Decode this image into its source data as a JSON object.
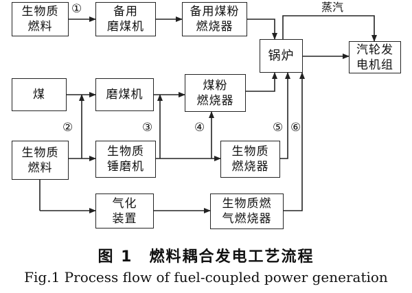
{
  "boxes": {
    "biomass_fuel_top": "生物质\n燃料",
    "backup_mill": "备用\n磨煤机",
    "backup_burner": "备用煤粉\n燃烧器",
    "boiler": "锅炉",
    "turbine": "汽轮发\n电机组",
    "coal": "煤",
    "coal_mill": "磨煤机",
    "pc_burner": "煤粉\n燃烧器",
    "biomass_fuel_bottom": "生物质\n燃料",
    "hammer_mill": "生物质\n锤磨机",
    "biomass_burner": "生物质\n燃烧器",
    "gasifier": "气化\n装置",
    "gas_burner": "生物质燃\n气燃烧器"
  },
  "labels": {
    "steam": "蒸汽"
  },
  "markers": [
    "①",
    "②",
    "③",
    "④",
    "⑤",
    "⑥"
  ],
  "caption": {
    "cn": "图 1　燃料耦合发电工艺流程",
    "en": "Fig.1 Process flow of fuel-coupled power generation"
  }
}
